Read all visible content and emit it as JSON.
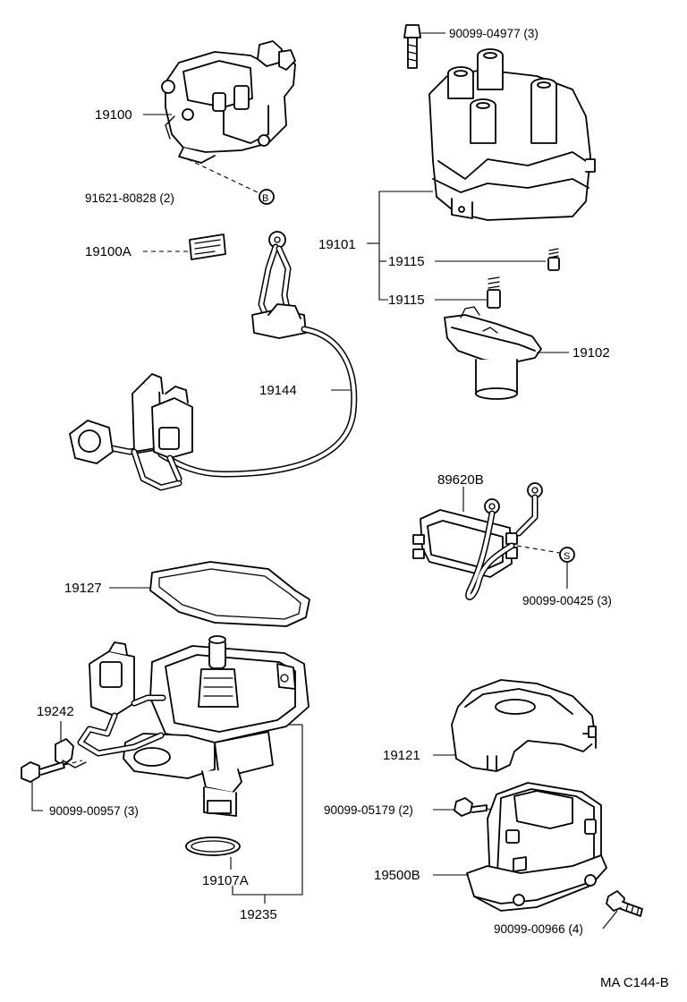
{
  "labels": {
    "distributor_assy": "19100",
    "bolt_distributor": "91621-80828 (2)",
    "bolt_distributor_ref": "B",
    "label_plate": "19100A",
    "cap_screw": "90099-04977 (3)",
    "distributor_cap": "19101",
    "spring_1": "19115",
    "spring_2": "19115",
    "rotor": "19102",
    "harness": "19144",
    "noise_filter": "89620B",
    "noise_filter_screw_ref": "S",
    "noise_filter_screw": "90099-00425 (3)",
    "gasket": "19127",
    "clamp": "19242",
    "clamp_bolt": "90099-00957 (3)",
    "housing_sub_assy": "19235",
    "o_ring": "19107A",
    "igniter_cover": "19121",
    "igniter_screw": "90099-05179 (2)",
    "igniter": "19500B",
    "igniter_bolt": "90099-00966 (4)",
    "diagram_code": "MA C144-B"
  }
}
